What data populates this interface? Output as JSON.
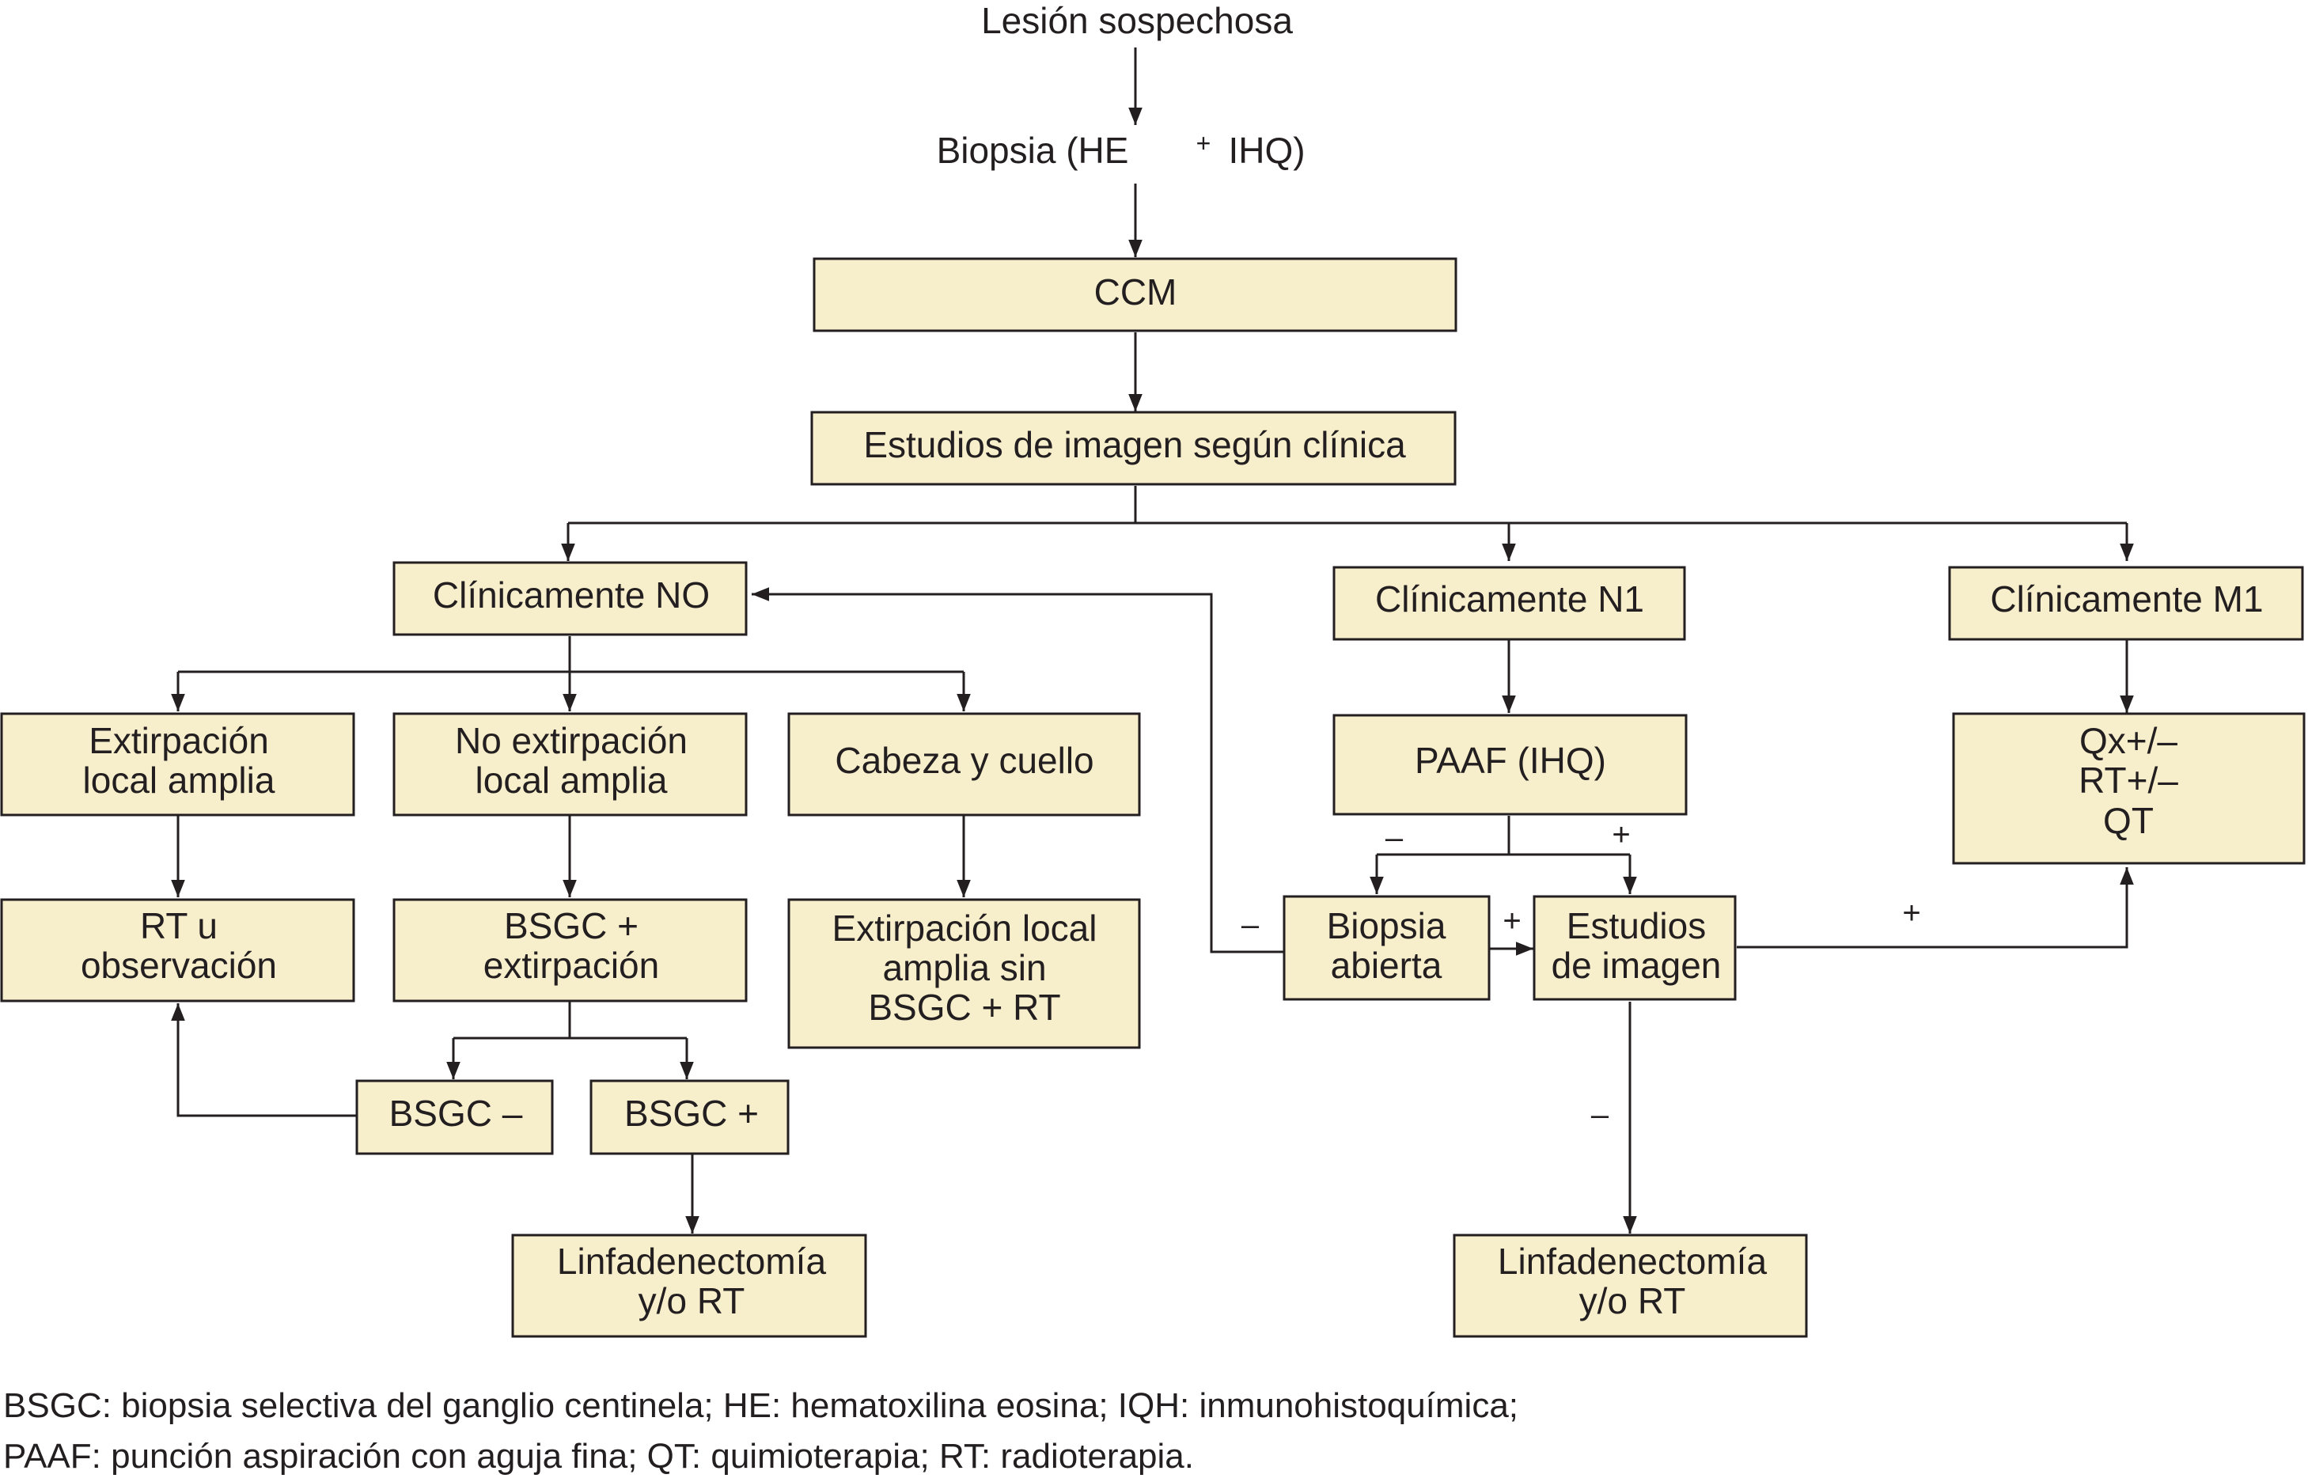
{
  "nodes": {
    "lesion": "Lesión sospechosa",
    "biopsia_main": "Biopsia (HE",
    "biopsia_plus": "+",
    "biopsia_ihq": "IHQ)",
    "ccm": "CCM",
    "estudios_clinica": "Estudios de imagen según clínica",
    "cl_no": "Clínicamente NO",
    "cl_n1": "Clínicamente N1",
    "cl_m1": "Clínicamente M1",
    "extirpacion_l1": "Extirpación",
    "extirpacion_l2": "local amplia",
    "no_extirpacion_l1": "No extirpación",
    "no_extirpacion_l2": "local amplia",
    "cabeza_cuello": "Cabeza y cuello",
    "paaf": "PAAF (IHQ)",
    "qx_l1": "Qx+/–",
    "qx_l2": "RT+/–",
    "qx_l3": "QT",
    "rt_obs_l1": "RT u",
    "rt_obs_l2": "observación",
    "bsgc_ext_l1": "BSGC +",
    "bsgc_ext_l2": "extirpación",
    "ext_sin_l1": "Extirpación local",
    "ext_sin_l2": "amplia sin",
    "ext_sin_l3": "BSGC + RT",
    "biopsia_abierta_l1": "Biopsia",
    "biopsia_abierta_l2": "abierta",
    "estudios_imagen_l1": "Estudios",
    "estudios_imagen_l2": "de imagen",
    "bsgc_neg": "BSGC –",
    "bsgc_pos": "BSGC +",
    "linf_left_l1": "Linfadenectomía",
    "linf_left_l2": "y/o RT",
    "linf_right_l1": "Linfadenectomía",
    "linf_right_l2": "y/o RT"
  },
  "signs": {
    "paaf_neg": "–",
    "paaf_pos": "+",
    "abierta_neg": "–",
    "abierta_pos": "+",
    "estudios_pos": "+",
    "estudios_neg": "–"
  },
  "legend": {
    "line1": "BSGC: biopsia selectiva del ganglio centinela; HE: hematoxilina eosina; IQH: inmunohistoquímica;",
    "line2": "PAAF: punción aspiración con aguja fina; QT: quimioterapia; RT: radioterapia."
  }
}
